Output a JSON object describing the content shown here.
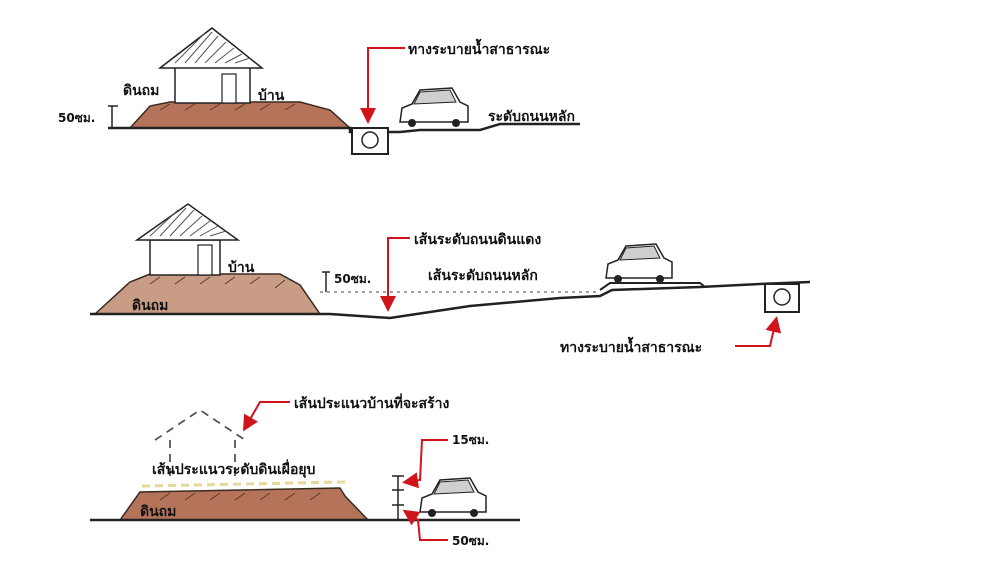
{
  "panel1": {
    "label_fill": "ดินถม",
    "label_house": "บ้าน",
    "label_height": "50ซม.",
    "label_drain": "ทางระบายน้ำสาธารณะ",
    "label_road": "ระดับถนนหลัก"
  },
  "panel2": {
    "label_house": "บ้าน",
    "label_fill": "ดินถม",
    "label_height": "50ซม.",
    "label_red_road": "เส้นระดับถนนดินแดง",
    "label_main_road": "เส้นระดับถนนหลัก",
    "label_drain": "ทางระบายน้ำสาธารณะ"
  },
  "panel3": {
    "label_house_line": "เส้นประแนวบ้านที่จะสร้าง",
    "label_soil_line": "เส้นประแนวระดับดินเผื่อยุบ",
    "label_fill": "ดินถม",
    "label_15": "15ซม.",
    "label_50": "50ซม."
  },
  "colors": {
    "soil": "#b5735a",
    "soil_light": "#c99c85",
    "arrow": "#d0141a",
    "line": "#222222",
    "dashed_soil": "#e8d79a"
  }
}
